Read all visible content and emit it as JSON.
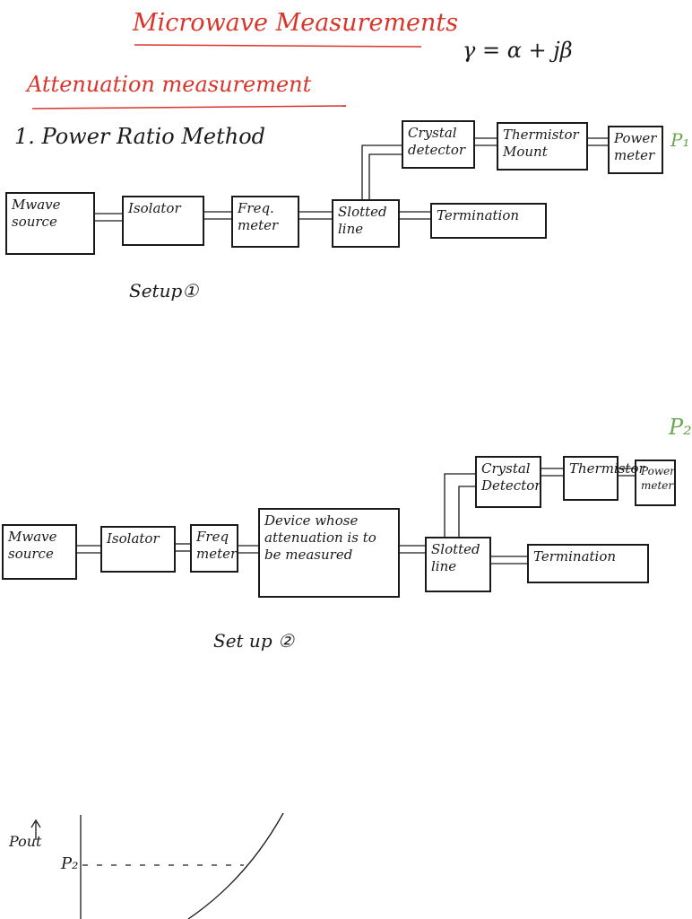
{
  "title": "Microwave Measurements",
  "subtitle": "Attenuation measurement",
  "formula": "γ = α + jβ",
  "method": "1. Power Ratio Method",
  "setup1": {
    "label": "Setup①",
    "output_label": "P₁",
    "blocks": {
      "source": "Mwave source",
      "isolator": "Isolator",
      "freq_meter": "Freq. meter",
      "slotted_line": "Slotted line",
      "termination": "Termination",
      "crystal_detector": "Crystal detector",
      "thermistor_mount": "Thermistor Mount",
      "power_meter": "Power meter"
    }
  },
  "setup2": {
    "label": "Set up ②",
    "output_label": "P₂",
    "blocks": {
      "source": "Mwave source",
      "isolator": "Isolator",
      "freq_meter": "Freq meter",
      "device": "Device whose attenuation is to be measured",
      "slotted_line": "Slotted line",
      "termination": "Termination",
      "crystal_detector": "Crystal Detector",
      "thermistor": "Thermistor",
      "power_meter": "Power meter"
    }
  },
  "graph": {
    "y_label": "Pout",
    "p2_label": "P₂"
  },
  "colors": {
    "heading": "#d9352b",
    "ink": "#1a1a1a",
    "power_label": "#6aa84f"
  }
}
